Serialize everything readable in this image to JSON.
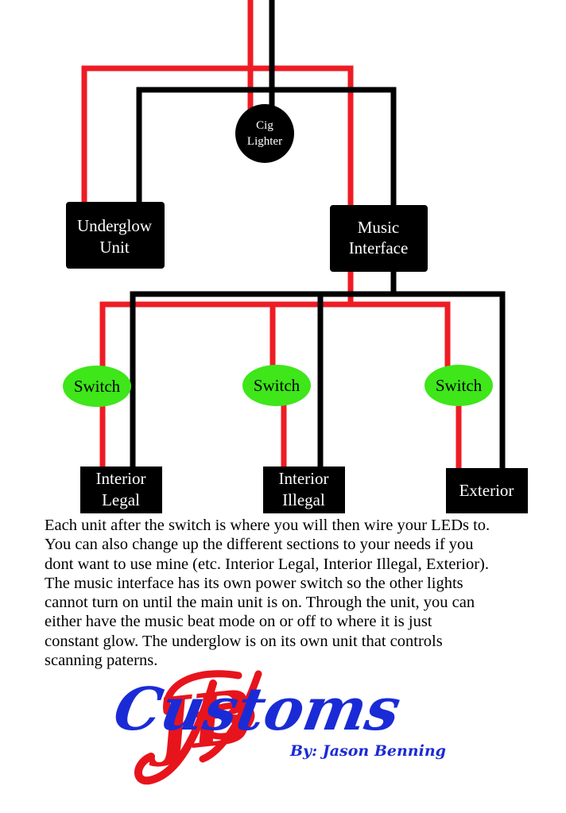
{
  "nodes": {
    "cig_lighter": [
      "Cig",
      "Lighter"
    ],
    "underglow_unit": [
      "Underglow",
      "Unit"
    ],
    "music_interface": [
      "Music",
      "Interface"
    ],
    "switch_left": "Switch",
    "switch_middle": "Switch",
    "switch_right": "Switch",
    "interior_legal": [
      "Interior",
      "Legal"
    ],
    "interior_illegal": [
      "Interior",
      "Illegal"
    ],
    "exterior": "Exterior"
  },
  "description_lines": [
    "Each unit after the switch is where you will then wire your LEDs to.",
    "You can also change up the different sections to your needs if you",
    "dont want to use mine (etc. Interior Legal, Interior Illegal, Exterior).",
    "The music interface has its own power switch so the other lights",
    "cannot turn on until the main unit is on.  Through the unit, you can",
    "either have the music beat mode on or off to where it is just",
    "constant glow.  The underglow is on its own unit that controls",
    "scanning paterns."
  ],
  "logo": {
    "initials": "JB",
    "word": "Customs",
    "byline": "By: Jason Benning"
  },
  "colors": {
    "positive_wire": "#ee1c24",
    "ground_wire": "#000000",
    "switch_fill": "#3ee61a",
    "box_fill": "#000000",
    "logo_red": "#e8141c",
    "logo_blue": "#1a2bd6"
  }
}
